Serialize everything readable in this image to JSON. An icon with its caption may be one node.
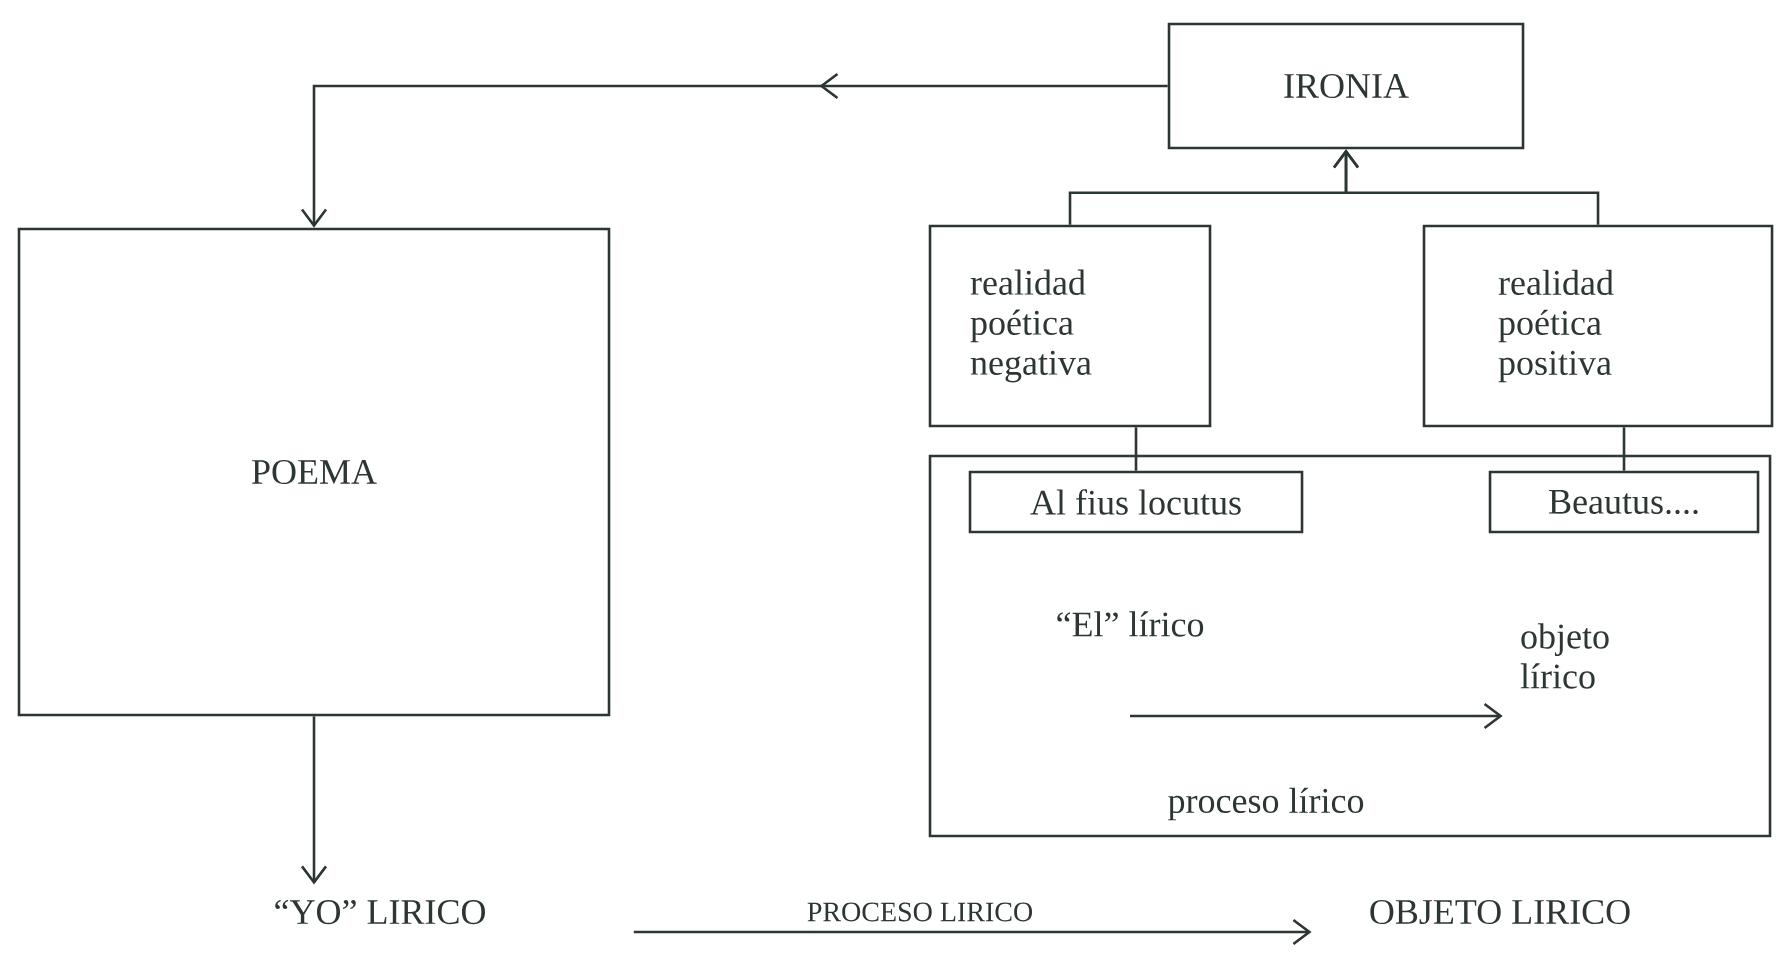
{
  "diagram": {
    "nodes": [
      {
        "text": [
          "IRONIA"
        ]
      },
      {
        "text": [
          "POEMA"
        ]
      },
      {
        "text": [
          "realidad poética negativa"
        ]
      },
      {
        "text": [
          "realidad poética positiva"
        ]
      },
      {
        "text": [],
        "shape": "box"
      },
      {
        "text": [
          "Al fius locutus"
        ],
        "in": 4
      },
      {
        "text": [
          "Beautus...."
        ],
        "in": 4
      },
      {
        "text": [
          "“El” lírico"
        ],
        "in": 4
      },
      {
        "text": [
          "objeto lírico"
        ],
        "in": 4
      },
      {
        "text": [
          "“YO” LIRICO"
        ]
      },
      {
        "text": [
          "OBJETO LIRICO"
        ]
      }
    ],
    "edges": [
      {
        "from": 0,
        "to": 1,
        "arrow": "to"
      },
      {
        "from": 1,
        "to": 9,
        "arrow": "to"
      },
      {
        "from": 2,
        "to": 0,
        "arrow": "to"
      },
      {
        "from": 3,
        "to": 0,
        "arrow": "to"
      },
      {
        "from": 5,
        "to": 2,
        "arrow": "none"
      },
      {
        "from": 6,
        "to": 3,
        "arrow": "none"
      },
      {
        "from": 7,
        "to": 8,
        "arrow": "to",
        "label": "proceso lírico"
      },
      {
        "from": 9,
        "to": 10,
        "arrow": "to",
        "label": "PROCESO LIRICO"
      }
    ]
  }
}
